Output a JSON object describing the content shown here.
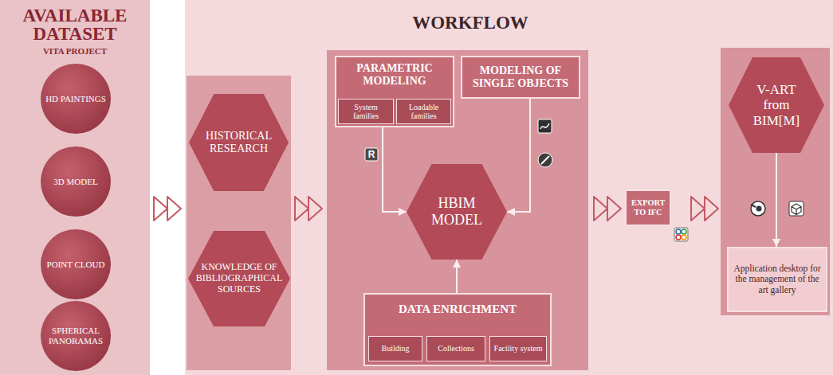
{
  "diagram": {
    "nodes": [
      {
        "text": [
          "AVAILABLE DATASET",
          "VITA PROJECT"
        ]
      },
      {
        "text": [
          "HD PAINTINGS"
        ],
        "in": 0
      },
      {
        "text": [
          "3D MODEL"
        ],
        "in": 0
      },
      {
        "text": [
          "POINT CLOUD"
        ],
        "in": 0
      },
      {
        "text": [
          "SPHERICAL PANORAMAS"
        ],
        "in": 0
      },
      {
        "text": [
          "WORKFLOW"
        ]
      },
      {
        "text": [
          "HISTORICAL RESEARCH"
        ],
        "in": 5
      },
      {
        "text": [
          "KNOWLEDGE OF BIBLIOGRAPHICAL SOURCES"
        ],
        "in": 5
      },
      {
        "text": [
          "PARAMETRIC MODELING"
        ],
        "in": 5
      },
      {
        "text": [
          "System families"
        ],
        "in": 8
      },
      {
        "text": [
          "Loadable families"
        ],
        "in": 8
      },
      {
        "text": [
          "MODELING OF SINGLE OBJECTS"
        ],
        "in": 5
      },
      {
        "text": [
          "HBIM MODEL"
        ],
        "in": 5
      },
      {
        "text": [
          "DATA ENRICHMENT"
        ],
        "in": 5
      },
      {
        "text": [
          "Building"
        ],
        "in": 13
      },
      {
        "text": [
          "Collections"
        ],
        "in": 13
      },
      {
        "text": [
          "Facility system"
        ],
        "in": 13
      },
      {
        "text": [
          "EXPORT TO IFC"
        ],
        "in": 5
      },
      {
        "text": [
          "V-ART from BIM[M]"
        ],
        "in": 5
      },
      {
        "text": [
          "Application desktop for the management of the art gallery"
        ],
        "in": 5
      }
    ],
    "edges": [
      {
        "from": 8,
        "to": 12,
        "arrow": "to"
      },
      {
        "from": 11,
        "to": 12,
        "arrow": "to"
      },
      {
        "from": 13,
        "to": 12,
        "arrow": "to"
      },
      {
        "from": 18,
        "to": 19,
        "arrow": "to"
      }
    ],
    "labels": [
      "R"
    ]
  }
}
